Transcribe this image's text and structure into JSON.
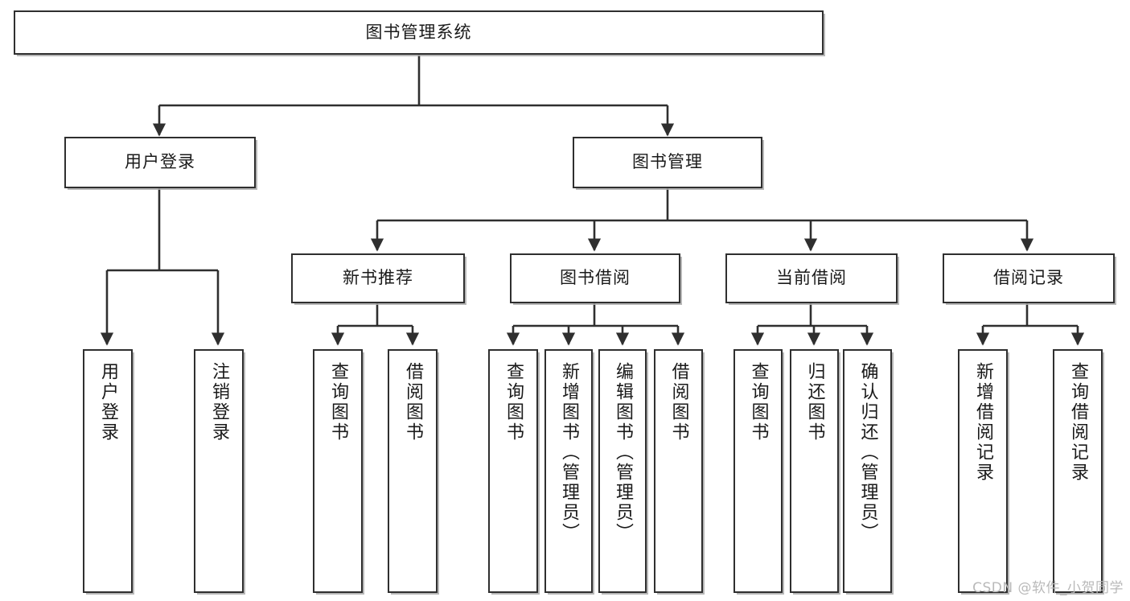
{
  "diagram": {
    "type": "tree-hierarchy-chart",
    "title": "图书管理系统",
    "root": {
      "label": "图书管理系统"
    },
    "level2": [
      {
        "label": "用户登录"
      },
      {
        "label": "图书管理"
      }
    ],
    "level3": [
      {
        "label": "新书推荐"
      },
      {
        "label": "图书借阅"
      },
      {
        "label": "当前借阅"
      },
      {
        "label": "借阅记录"
      }
    ],
    "leaves": [
      {
        "label": "用户登录",
        "parent": "用户登录"
      },
      {
        "label": "注销登录",
        "parent": "用户登录"
      },
      {
        "label": "查询图书",
        "parent": "新书推荐"
      },
      {
        "label": "借阅图书",
        "parent": "新书推荐"
      },
      {
        "label": "查询图书",
        "parent": "图书借阅"
      },
      {
        "label": "新增图书（管理员）",
        "parent": "图书借阅"
      },
      {
        "label": "编辑图书（管理员）",
        "parent": "图书借阅"
      },
      {
        "label": "借阅图书",
        "parent": "图书借阅"
      },
      {
        "label": "查询图书",
        "parent": "当前借阅"
      },
      {
        "label": "归还图书",
        "parent": "当前借阅"
      },
      {
        "label": "确认归还（管理员）",
        "parent": "当前借阅"
      },
      {
        "label": "新增借阅记录",
        "parent": "借阅记录"
      },
      {
        "label": "查询借阅记录",
        "parent": "借阅记录"
      }
    ],
    "colors": {
      "box_border": "#2f2f2f",
      "box_fill": "#ffffff",
      "connector": "#2f2f2f",
      "text": "#1a1a1a",
      "watermark": "#b9b9b9"
    }
  },
  "watermark": {
    "text": "CSDN @软件_小贺同学"
  }
}
